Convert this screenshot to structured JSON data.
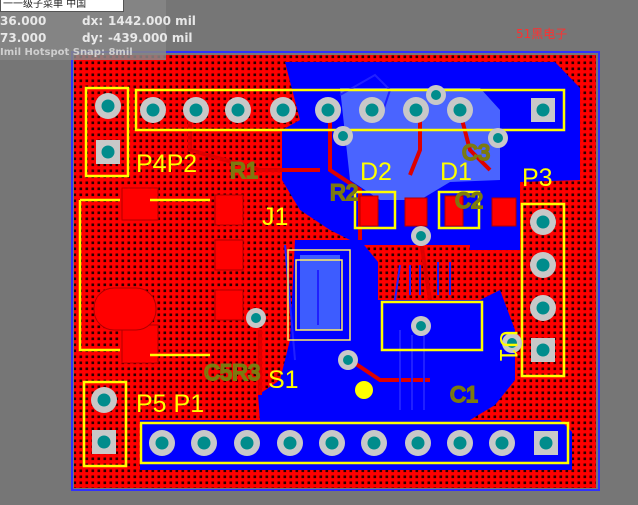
{
  "window": {
    "banner_text": "一一级子菜单 中国"
  },
  "coords": {
    "x_value": "36.000",
    "y_value": "73.000",
    "dx_label": "dx:",
    "dx_value": "1442.000 mil",
    "dy_label": "dy:",
    "dy_value": "-439.000 mil",
    "snap_text": "Imil Hotspot Snap: 8mil"
  },
  "board": {
    "watermark": "51黑电子",
    "labels": {
      "p4p2": "P4P2",
      "d2": "D2",
      "d1": "D1",
      "p3": "P3",
      "j1": "J1",
      "s1": "S1",
      "p5p1": "P5 P1",
      "u1": "U1"
    },
    "ghost_labels": {
      "r1": "R1",
      "r2": "R2",
      "c3": "C3",
      "c1": "C1",
      "c2": "C2",
      "c5r3": "C5R3"
    }
  },
  "colors": {
    "board_bg": "#ff0000",
    "bottom_copper": "#0000ff",
    "silkscreen": "#ffff00",
    "pad_ring": "#c8c8c8",
    "drill": "#008c8c",
    "workspace": "#767676"
  }
}
